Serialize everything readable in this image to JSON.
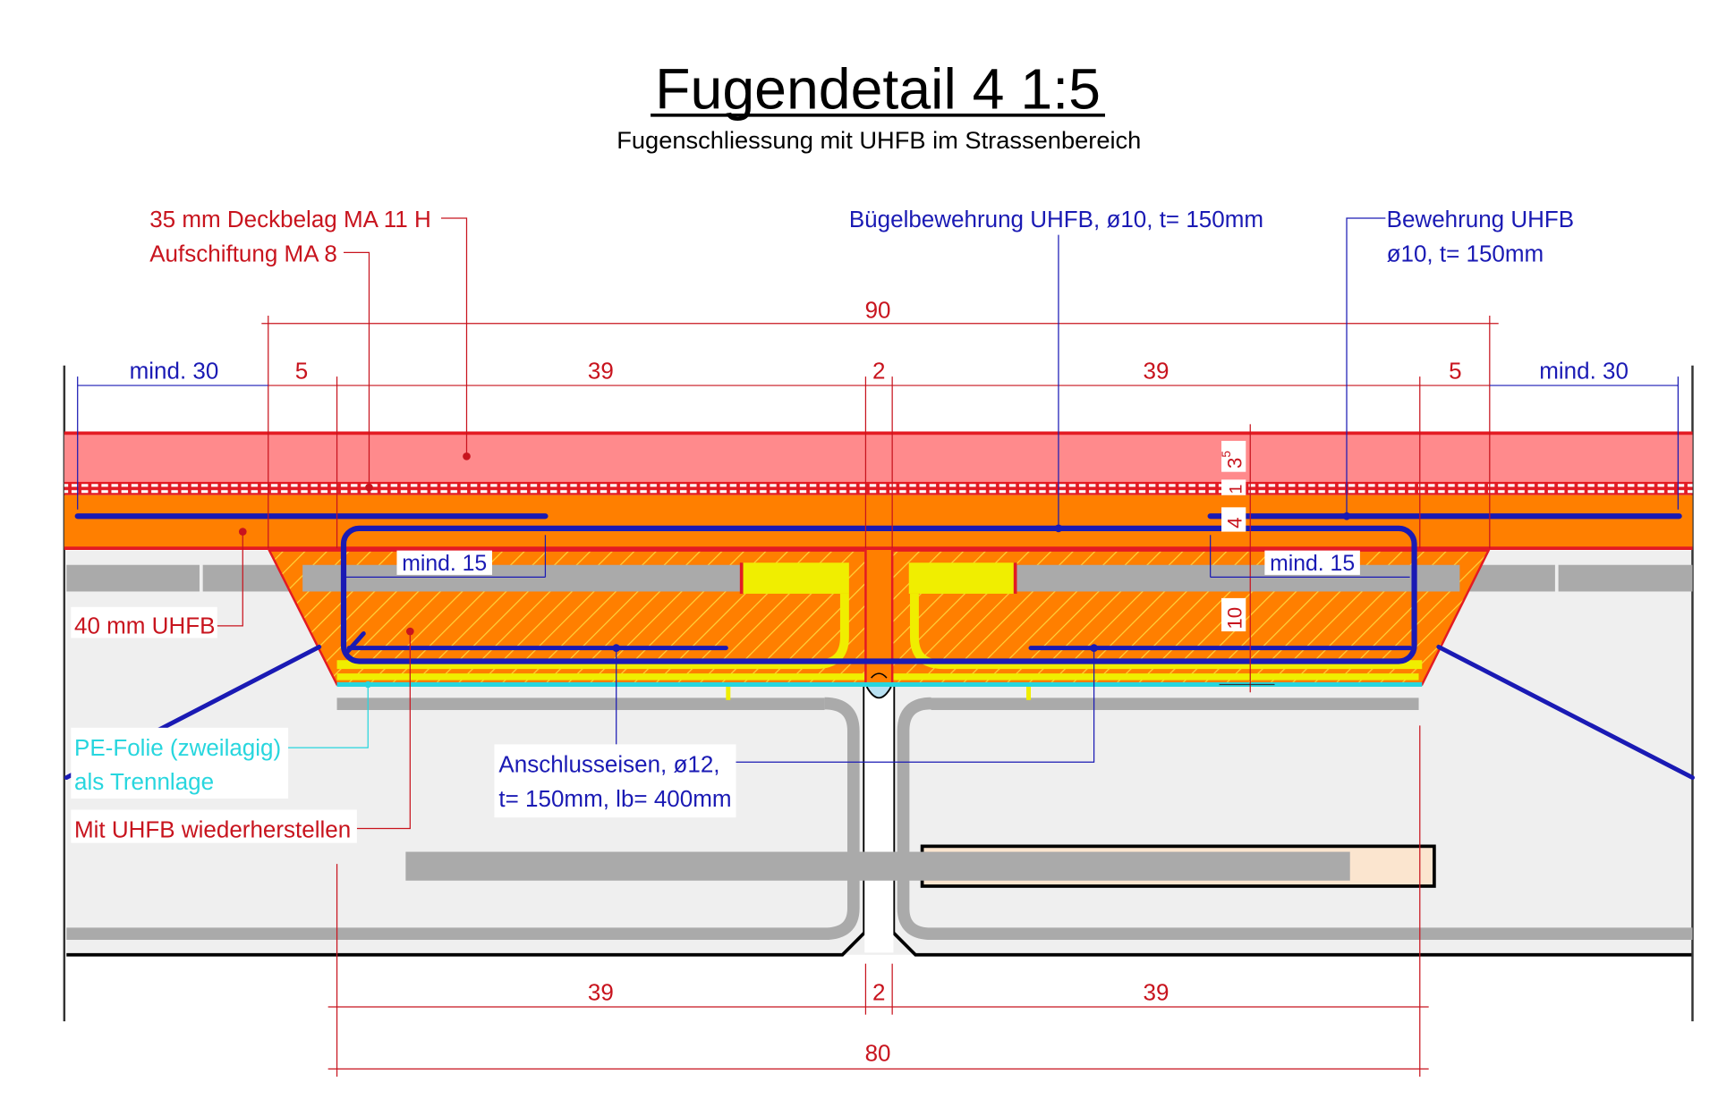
{
  "title": "Fugendetail 4  1:5",
  "subtitle": "Fugenschliessung mit UHFB im Strassenbereich",
  "colors": {
    "dim_red": "#c8141e",
    "rebar_blue": "#1a1ab4",
    "pe_cyan": "#27d6de",
    "asphalt": "#ff8a8c",
    "uhfb_orange": "#ff7f00",
    "insert_yellow": "#f0ee00",
    "concrete": "#efefef",
    "steel_gray": "#aaaaaa"
  },
  "labels": {
    "deckbelag": "35 mm Deckbelag MA 11 H",
    "aufschiftung": "Aufschiftung MA 8",
    "uhfb40": "40 mm UHFB",
    "pe_folie_1": "PE-Folie (zweilagig)",
    "pe_folie_2": "als Trennlage",
    "wiederherstellen": "Mit UHFB wiederherstellen",
    "buegel": "Bügelbewehrung UHFB, ø10, t= 150mm",
    "bewehrung_1": "Bewehrung UHFB",
    "bewehrung_2": "ø10, t= 150mm",
    "anschluss_1": "Anschlusseisen, ø12,",
    "anschluss_2": "t= 150mm, lb= 400mm"
  },
  "dimensions": {
    "top_total": "90",
    "mind30_left": "mind. 30",
    "five_left": "5",
    "thirtynine_left": "39",
    "two_top": "2",
    "thirtynine_right": "39",
    "five_right": "5",
    "mind30_right": "mind. 30",
    "mind15_left": "mind. 15",
    "mind15_right": "mind. 15",
    "v_35": "3",
    "v_35_sup": "5",
    "v_1": "1",
    "v_4": "4",
    "v_10": "10",
    "bot_39_left": "39",
    "bot_2": "2",
    "bot_39_right": "39",
    "bot_total": "80"
  }
}
